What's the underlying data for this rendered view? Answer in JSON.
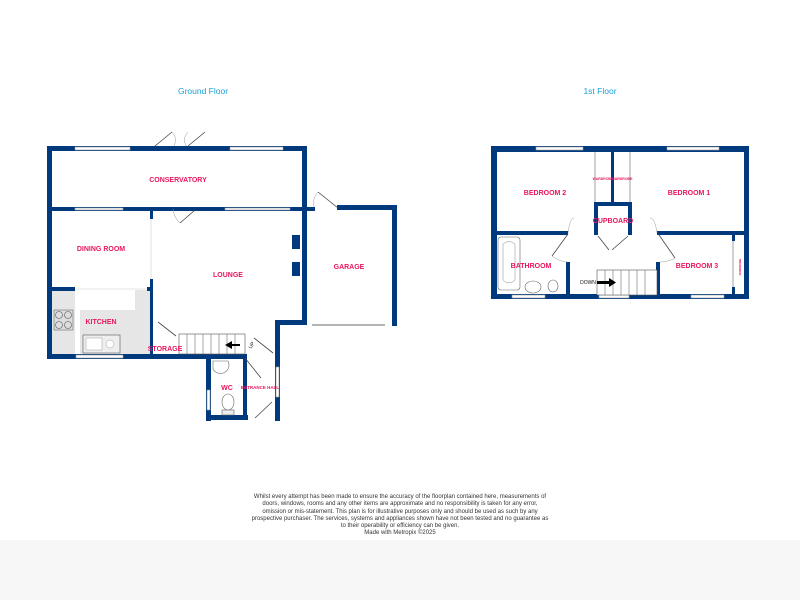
{
  "floors": {
    "ground": {
      "title": "Ground Floor",
      "rooms": {
        "conservatory": "CONSERVATORY",
        "dining_room": "DINING ROOM",
        "lounge": "LOUNGE",
        "garage": "GARAGE",
        "kitchen": "KITCHEN",
        "storage": "STORAGE",
        "wc": "WC",
        "entrance_hall": "ENTRANCE HALL"
      },
      "stairs_label": "UP"
    },
    "first": {
      "title": "1st Floor",
      "rooms": {
        "bedroom2": "BEDROOM 2",
        "bedroom1": "BEDROOM 1",
        "cupboard": "CUPBOARD",
        "bathroom": "BATHROOM",
        "bedroom3": "BEDROOM 3",
        "wardrobe": "WARDROBE"
      },
      "stairs_label": "DOWN"
    }
  },
  "disclaimer": "Whilst every attempt has been made to ensure the accuracy of the floorplan contained here, measurements of doors, windows, rooms and any other items are approximate and no responsibility is taken for any error, omission or mis-statement. This plan is for illustrative purposes only and should be used as such by any prospective purchaser. The services, systems and appliances shown have not been tested and no guarantee as to their operability or efficiency can be given.",
  "credit": "Made with Metropix ©2025",
  "colors": {
    "wall": "#003a7d",
    "label": "#e8175d",
    "floor_title": "#1aa0d8"
  }
}
